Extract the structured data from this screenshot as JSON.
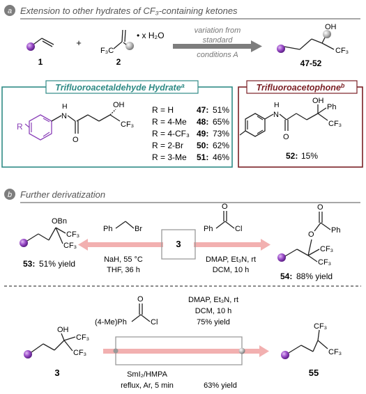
{
  "section_a": {
    "letter": "a",
    "title": "Extension to other hydrates of CF₃-containing ketones",
    "plus": "+",
    "reagent_prefix": "F₃C",
    "hydrate": "• x H₂O",
    "cond_line1": "variation from",
    "cond_line2": "standard",
    "cond_line3": "conditions A",
    "label_1": "1",
    "label_2": "2",
    "label_product": "47-52",
    "product_oh": "OH",
    "product_cf3": "CF₃"
  },
  "box_left": {
    "title": "Trifluoroacetaldehyde Hydrate",
    "sup": "a",
    "r_label": "R",
    "oh": "OH",
    "cf3": "CF₃",
    "nh": "H",
    "n": "N",
    "o": "O",
    "rows": [
      {
        "r": "R = H",
        "num": "47:",
        "pct": "51%"
      },
      {
        "r": "R = 4-Me",
        "num": "48:",
        "pct": "65%"
      },
      {
        "r": "R = 4-CF₃",
        "num": "49:",
        "pct": "73%"
      },
      {
        "r": "R = 2-Br",
        "num": "50:",
        "pct": "62%"
      },
      {
        "r": "R = 3-Me",
        "num": "51:",
        "pct": "46%"
      }
    ]
  },
  "box_right": {
    "title": "Trifluoroacetophone",
    "sup": "b",
    "oh": "OH",
    "ph": "Ph",
    "cf3": "CF₃",
    "nh": "H",
    "n": "N",
    "o": "O",
    "yield_num": "52:",
    "yield_pct": "15%"
  },
  "section_b": {
    "letter": "b",
    "title": "Further derivatization",
    "center_label": "3",
    "left_product": {
      "obn": "OBn",
      "cf3a": "CF₃",
      "cf3b": "CF₃",
      "num": "53:",
      "yield": "51% yield"
    },
    "left_reagent": {
      "ph": "Ph",
      "br": "Br"
    },
    "left_cond1": "NaH, 55 °C",
    "left_cond2": "THF,  36 h",
    "right_reagent": {
      "ph": "Ph",
      "cl": "Cl",
      "o": "O"
    },
    "right_cond1": "DMAP, Et₃N, rt",
    "right_cond2": "DCM, 10 h",
    "right_product": {
      "o1": "O",
      "o2": "O",
      "ph": "Ph",
      "cf3a": "CF₃",
      "cf3b": "CF₃",
      "num": "54:",
      "yield": "88% yield"
    }
  },
  "section_c": {
    "start_oh": "OH",
    "start_cf3a": "CF₃",
    "start_cf3b": "CF₃",
    "start_label": "3",
    "reagent_prefix": "(4-Me)Ph",
    "reagent_cl": "Cl",
    "reagent_o": "O",
    "cond_top1": "DMAP, Et₃N, rt",
    "cond_top2": "DCM, 10 h",
    "cond_top3": "75% yield",
    "cond_bot1": "SmI₂/HMPA",
    "cond_bot2": "reflux, Ar, 5 min",
    "cond_bot_yield": "63% yield",
    "product_cf3a": "CF₃",
    "product_cf3b": "CF₃",
    "product_label": "55"
  },
  "colors": {
    "teal": "#2e8a85",
    "maroon": "#7a1f24",
    "purple": "#8a3fb8",
    "pink": "#f2b0b0",
    "gray": "#8a8a8a"
  }
}
